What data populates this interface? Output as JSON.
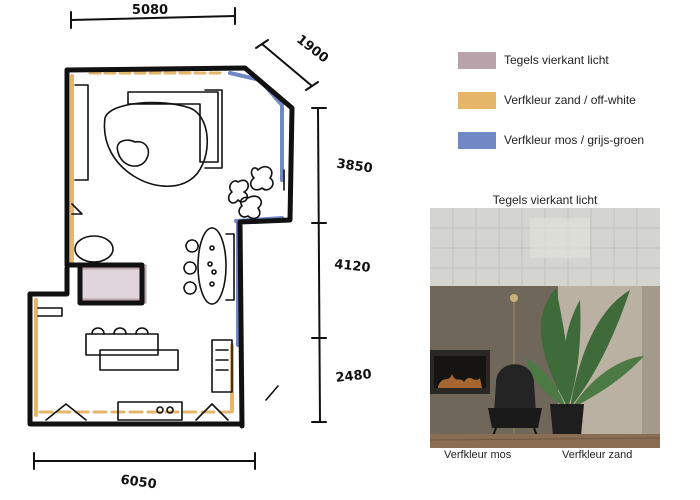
{
  "plan": {
    "dim_top": "5080",
    "dim_diag": "1900",
    "dim_right_1": "3850",
    "dim_right_2": "4120",
    "dim_right_3": "2480",
    "dim_bottom": "6050"
  },
  "legend": {
    "items": [
      {
        "label": "Tegels vierkant licht",
        "color": "#b9a3ab"
      },
      {
        "label": "Verfkleur zand / off-white",
        "color": "#e5b66a"
      },
      {
        "label": "Verfkleur mos / grijs-groen",
        "color": "#7088c4"
      }
    ]
  },
  "photo": {
    "title": "Tegels vierkant licht",
    "caption_left": "Verfkleur mos",
    "caption_right": "Verfkleur zand"
  }
}
